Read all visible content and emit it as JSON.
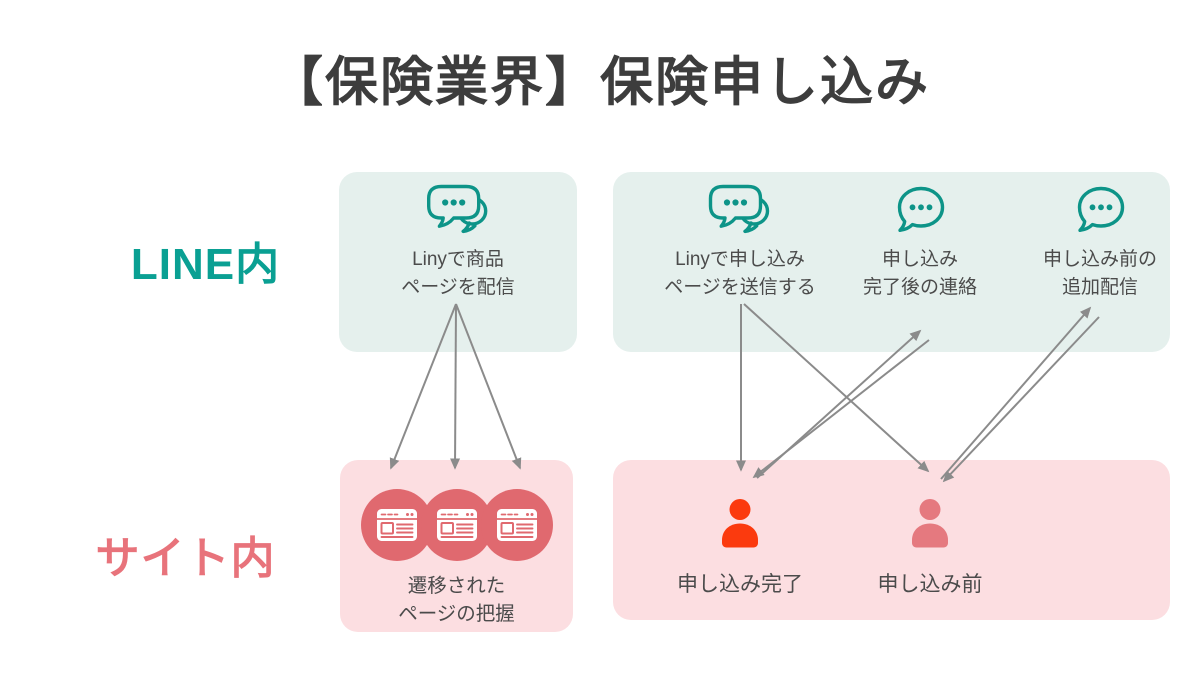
{
  "title": "【保険業界】保険申し込み",
  "rows": {
    "line_label": "LINE内",
    "site_label": "サイト内"
  },
  "line_zone": {
    "left_box": {
      "icon": "chat-double-bubble-icon",
      "label_line1": "Linyで商品",
      "label_line2": "ページを配信"
    },
    "right_box": {
      "items": [
        {
          "icon": "chat-double-bubble-icon",
          "label_line1": "Linyで申し込み",
          "label_line2": "ページを送信する"
        },
        {
          "icon": "chat-bubble-icon",
          "label_line1": "申し込み",
          "label_line2": "完了後の連絡"
        },
        {
          "icon": "chat-bubble-icon",
          "label_line1": "申し込み前の",
          "label_line2": "追加配信"
        }
      ]
    }
  },
  "site_zone": {
    "left_box": {
      "icon": "browser-page-icon",
      "page_count": 3,
      "label_line1": "遷移された",
      "label_line2": "ページの把握"
    },
    "right_box": {
      "items": [
        {
          "icon": "person-icon",
          "label": "申し込み完了",
          "color": "#fb3a0e"
        },
        {
          "icon": "person-icon",
          "label": "申し込み前",
          "color": "#e5797f"
        }
      ]
    }
  },
  "arrows": [
    {
      "from": "Linyで商品ページを配信",
      "to": "遷移されたページの把握 (ページ1)"
    },
    {
      "from": "Linyで商品ページを配信",
      "to": "遷移されたページの把握 (ページ2)"
    },
    {
      "from": "Linyで商品ページを配信",
      "to": "遷移されたページの把握 (ページ3)"
    },
    {
      "from": "Linyで申し込みページを送信する",
      "to": "申し込み完了"
    },
    {
      "from": "Linyで申し込みページを送信する",
      "to": "申し込み前"
    },
    {
      "from": "申し込み完了",
      "to": "申し込み完了後の連絡"
    },
    {
      "from": "申し込み完了後の連絡",
      "to": "申し込み完了"
    },
    {
      "from": "申し込み前",
      "to": "申し込み前の追加配信"
    },
    {
      "from": "申し込み前の追加配信",
      "to": "申し込み前"
    }
  ],
  "colors": {
    "teal_accent": "#0aa093",
    "teal_icon": "#0d9488",
    "box_teal": "#e5f0ed",
    "box_pink": "#fcdee1",
    "salmon_accent": "#e8737b",
    "circle_salmon": "#e0696f",
    "person_red": "#fb3a0e",
    "person_salmon": "#e5797f",
    "arrow_gray": "#8b8b8b",
    "title_color": "#3d3d3d",
    "text_color": "#4b4b4b"
  }
}
